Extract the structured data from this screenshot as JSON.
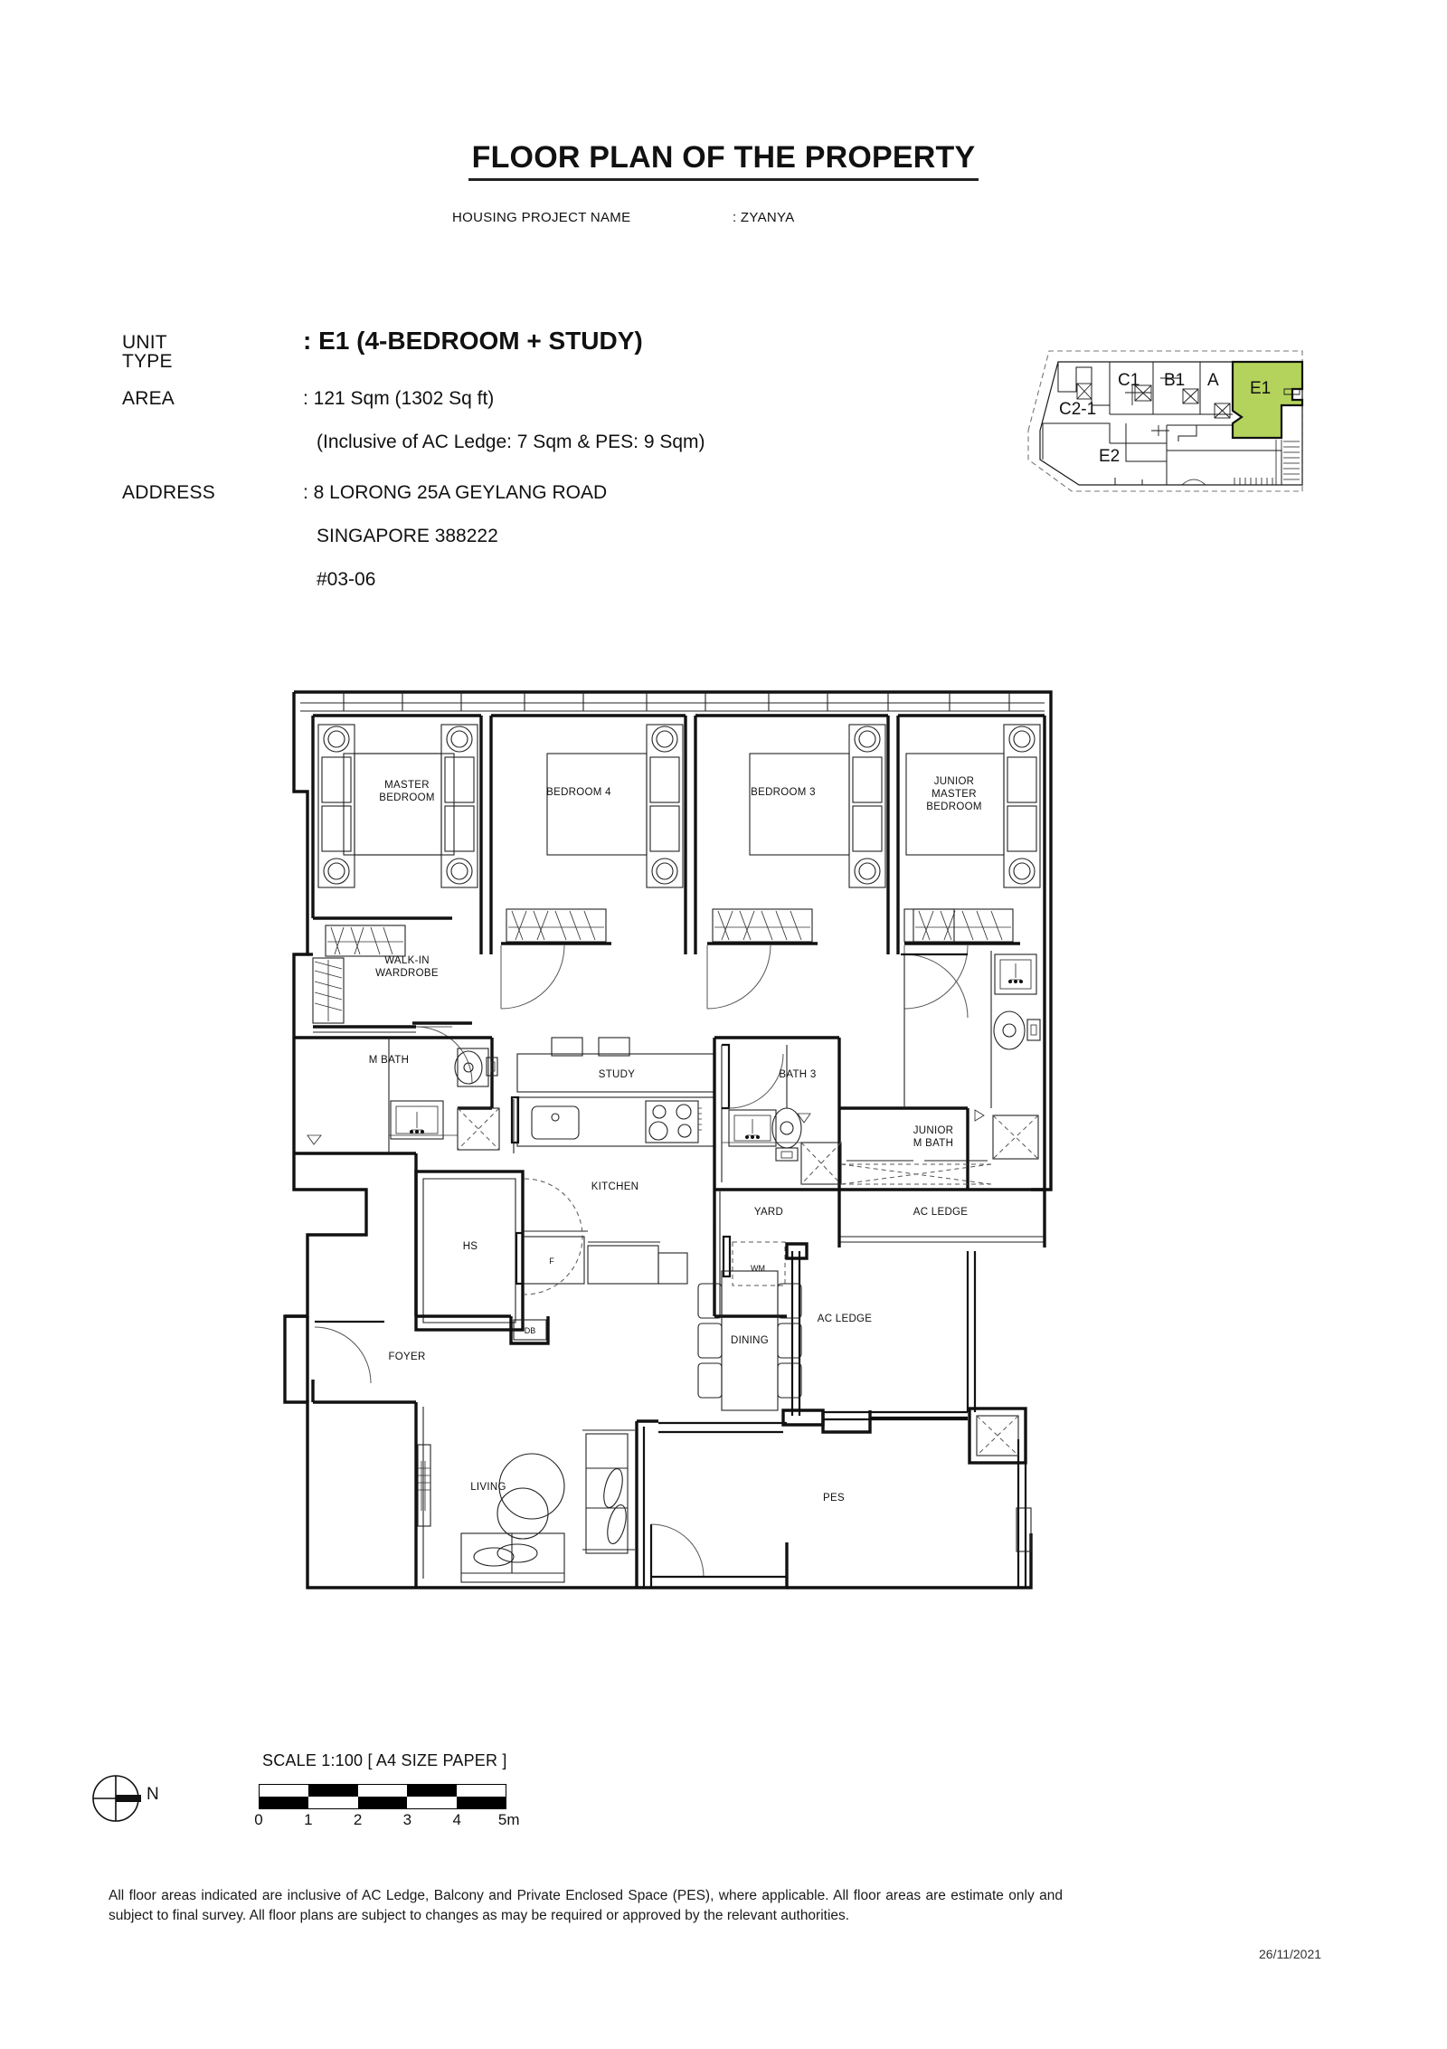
{
  "header": {
    "title": "FLOOR PLAN OF THE PROPERTY",
    "project_label": "HOUSING PROJECT NAME",
    "project_value": ": ZYANYA"
  },
  "info": {
    "unit_type_label": "UNIT TYPE",
    "unit_type_value": ": E1  (4-BEDROOM + STUDY)",
    "area_label": "AREA",
    "area_value": ": 121 Sqm (1302 Sq ft)",
    "area_note": "(Inclusive of AC Ledge: 7 Sqm & PES: 9 Sqm)",
    "address_label": "ADDRESS",
    "address_line1": ": 8 LORONG 25A GEYLANG ROAD",
    "address_line2": "SINGAPORE 388222",
    "address_line3": "#03-06"
  },
  "key_plan": {
    "highlight_color": "#b4d35c",
    "units": [
      {
        "id": "unit-c2-1",
        "label": "C2-1"
      },
      {
        "id": "unit-c1",
        "label": "C1"
      },
      {
        "id": "unit-b1",
        "label": "B1"
      },
      {
        "id": "unit-a",
        "label": "A"
      },
      {
        "id": "unit-e1",
        "label": "E1"
      },
      {
        "id": "unit-e2",
        "label": "E2"
      }
    ],
    "highlighted_unit": "E1"
  },
  "floor_plan": {
    "rooms": [
      {
        "id": "master-bedroom",
        "label": "MASTER\nBEDROOM"
      },
      {
        "id": "bedroom-4",
        "label": "BEDROOM 4"
      },
      {
        "id": "bedroom-3",
        "label": "BEDROOM 3"
      },
      {
        "id": "junior-master-bedroom",
        "label": "JUNIOR\nMASTER\nBEDROOM"
      },
      {
        "id": "walk-in-wardrobe",
        "label": "WALK-IN\nWARDROBE"
      },
      {
        "id": "m-bath",
        "label": "M BATH"
      },
      {
        "id": "study",
        "label": "STUDY"
      },
      {
        "id": "bath-3",
        "label": "BATH 3"
      },
      {
        "id": "junior-m-bath",
        "label": "JUNIOR\nM BATH"
      },
      {
        "id": "kitchen",
        "label": "KITCHEN"
      },
      {
        "id": "yard",
        "label": "YARD"
      },
      {
        "id": "ac-ledge-top",
        "label": "AC LEDGE"
      },
      {
        "id": "ac-ledge-side",
        "label": "AC LEDGE"
      },
      {
        "id": "hs",
        "label": "HS"
      },
      {
        "id": "db",
        "label": "DB"
      },
      {
        "id": "foyer",
        "label": "FOYER"
      },
      {
        "id": "dining",
        "label": "DINING"
      },
      {
        "id": "living",
        "label": "LIVING"
      },
      {
        "id": "pes",
        "label": "PES"
      },
      {
        "id": "fridge",
        "label": "F"
      },
      {
        "id": "washing-machine",
        "label": "WM"
      }
    ],
    "labels": {
      "master_bedroom_l1": "MASTER",
      "master_bedroom_l2": "BEDROOM",
      "bedroom_4": "BEDROOM 4",
      "bedroom_3": "BEDROOM 3",
      "junior_master_l1": "JUNIOR",
      "junior_master_l2": "MASTER",
      "junior_master_l3": "BEDROOM",
      "walk_in_wardrobe_l1": "WALK-IN",
      "walk_in_wardrobe_l2": "WARDROBE",
      "m_bath": "M BATH",
      "study": "STUDY",
      "bath_3": "BATH 3",
      "junior_m_bath_l1": "JUNIOR",
      "junior_m_bath_l2": "M BATH",
      "kitchen": "KITCHEN",
      "yard": "YARD",
      "ac_ledge_top": "AC LEDGE",
      "ac_ledge_side": "AC LEDGE",
      "hs": "HS",
      "db": "DB",
      "foyer": "FOYER",
      "dining": "DINING",
      "living": "LIVING",
      "pes": "PES",
      "fridge": "F",
      "washing_machine": "WM"
    }
  },
  "scale": {
    "title": "SCALE 1:100 [ A4 SIZE PAPER ]",
    "north_letter": "N",
    "ticks": [
      "0",
      "1",
      "2",
      "3",
      "4",
      "5m"
    ]
  },
  "footer": {
    "disclaimer": "All floor areas indicated are inclusive of AC Ledge, Balcony and Private Enclosed Space (PES), where applicable. All floor areas are estimate only and subject to final survey. All floor plans are subject to changes as may be required or approved by the relevant authorities.",
    "date": "26/11/2021"
  }
}
